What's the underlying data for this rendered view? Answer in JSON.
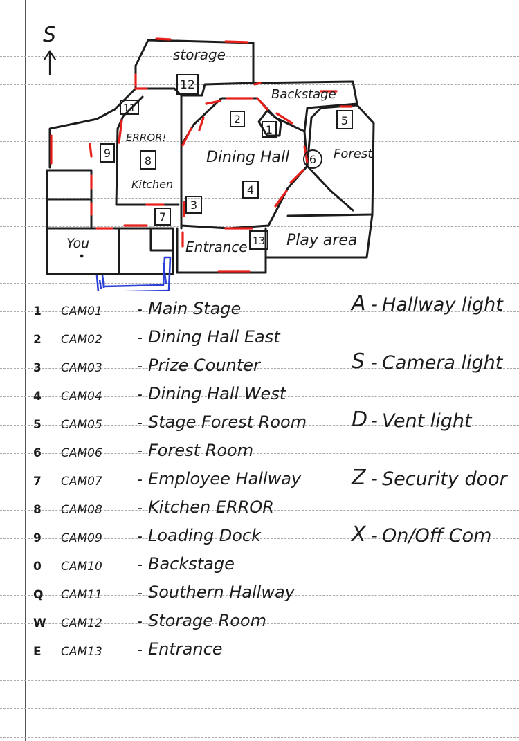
{
  "compass": {
    "letter": "S"
  },
  "map": {
    "rooms": {
      "storage": "storage",
      "backstage": "Backstage",
      "error": "ERROR!",
      "kitchen": "Kitchen",
      "dining_hall": "Dining Hall",
      "forest": "Forest",
      "you": "You",
      "entrance": "Entrance",
      "play_area": "Play area"
    },
    "cam_markers": [
      "1",
      "2",
      "3",
      "4",
      "5",
      "6",
      "7",
      "8",
      "9",
      "11",
      "12",
      "13"
    ]
  },
  "legend": [
    {
      "key": "1",
      "cam": "CAM01",
      "name": "Main Stage"
    },
    {
      "key": "2",
      "cam": "CAM02",
      "name": "Dining Hall East"
    },
    {
      "key": "3",
      "cam": "CAM03",
      "name": "Prize Counter"
    },
    {
      "key": "4",
      "cam": "CAM04",
      "name": "Dining Hall West"
    },
    {
      "key": "5",
      "cam": "CAM05",
      "name": "Stage Forest Room"
    },
    {
      "key": "6",
      "cam": "CAM06",
      "name": "Forest Room"
    },
    {
      "key": "7",
      "cam": "CAM07",
      "name": "Employee Hallway"
    },
    {
      "key": "8",
      "cam": "CAM08",
      "name": "Kitchen ERROR"
    },
    {
      "key": "9",
      "cam": "CAM09",
      "name": "Loading Dock"
    },
    {
      "key": "0",
      "cam": "CAM10",
      "name": "Backstage"
    },
    {
      "key": "Q",
      "cam": "CAM11",
      "name": "Southern Hallway"
    },
    {
      "key": "W",
      "cam": "CAM12",
      "name": "Storage Room"
    },
    {
      "key": "E",
      "cam": "CAM13",
      "name": "Entrance"
    }
  ],
  "controls": [
    {
      "key": "A",
      "label": "Hallway light"
    },
    {
      "key": "S",
      "label": "Camera light"
    },
    {
      "key": "D",
      "label": "Vent light"
    },
    {
      "key": "Z",
      "label": "Security door"
    },
    {
      "key": "X",
      "label": "On/Off Com"
    }
  ],
  "colors": {
    "wall": "#1c1c1c",
    "door": "#e8201c",
    "vent": "#2a3fd6",
    "rule": "#a9a9a9"
  }
}
